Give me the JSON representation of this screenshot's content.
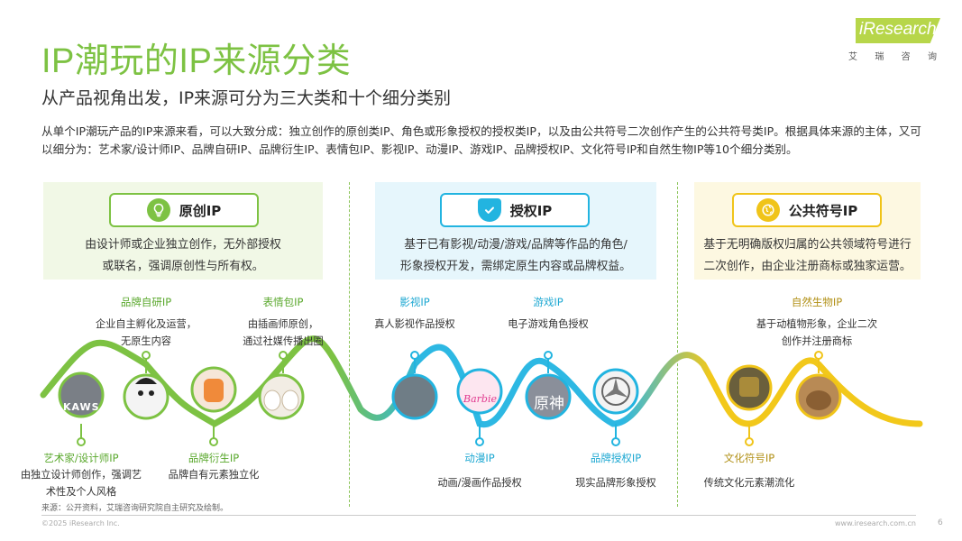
{
  "header": {
    "title": "IP潮玩的IP来源分类",
    "subtitle": "从产品视角出发，IP来源可分为三大类和十个细分类别",
    "intro": "从单个IP潮玩产品的IP来源来看，可以大致分成：独立创作的原创类IP、角色或形象授权的授权类IP，以及由公共符号二次创作产生的公共符号类IP。根据具体来源的主体，又可以细分为：艺术家/设计师IP、品牌自研IP、品牌衍生IP、表情包IP、影视IP、动漫IP、游戏IP、品牌授权IP、文化符号IP和自然生物IP等10个细分类别。"
  },
  "logo": {
    "text": "iResearch",
    "sub": [
      "艾",
      "瑞",
      "咨",
      "询"
    ]
  },
  "categories": [
    {
      "label": "原创IP",
      "icon": "lightbulb-icon",
      "color": "#7dc243",
      "desc_lines": [
        "由设计师或企业独立创作，无外部授权",
        "或联名，强调原创性与所有权。"
      ]
    },
    {
      "label": "授权IP",
      "icon": "shield-check-icon",
      "color": "#22b4e0",
      "desc_lines": [
        "基于已有影视/动漫/游戏/品牌等作品的角色/",
        "形象授权开发，需绑定原生内容或品牌权益。"
      ]
    },
    {
      "label": "公共符号IP",
      "icon": "globe-icon",
      "color": "#f0c419",
      "desc_lines": [
        "基于无明确版权归属的公共领域符号进行",
        "二次创作，由企业注册商标或独家运营。"
      ]
    }
  ],
  "nodes_top": [
    {
      "title": "品牌自研IP",
      "desc_lines": [
        "企业自主孵化及运营，",
        "无原生内容"
      ],
      "tone": "green"
    },
    {
      "title": "表情包IP",
      "desc_lines": [
        "由插画师原创，",
        "通过社媒传播出圈"
      ],
      "tone": "green"
    },
    {
      "title": "影视IP",
      "desc_lines": [
        "真人影视作品授权"
      ],
      "tone": "blue"
    },
    {
      "title": "游戏IP",
      "desc_lines": [
        "电子游戏角色授权"
      ],
      "tone": "blue"
    },
    {
      "title": "自然生物IP",
      "desc_lines": [
        "基于动植物形象，企业二次",
        "创作并注册商标"
      ],
      "tone": "ochre"
    }
  ],
  "nodes_bottom": [
    {
      "title": "艺术家/设计师IP",
      "desc_lines": [
        "由独立设计师创作，强调艺",
        "术性及个人风格"
      ],
      "tone": "green"
    },
    {
      "title": "品牌衍生IP",
      "desc_lines": [
        "品牌自有元素独立化"
      ],
      "tone": "green"
    },
    {
      "title": "动漫IP",
      "desc_lines": [
        "动画/漫画作品授权"
      ],
      "tone": "blue"
    },
    {
      "title": "品牌授权IP",
      "desc_lines": [
        "现实品牌形象授权"
      ],
      "tone": "blue"
    },
    {
      "title": "文化符号IP",
      "desc_lines": [
        "传统文化元素潮流化"
      ],
      "tone": "ochre"
    }
  ],
  "thumb_labels": {
    "kaws": "KAWS",
    "barbie": "Barbie",
    "yuanshen": "原神"
  },
  "footer": {
    "source": "来源：公开资料，艾瑞咨询研究院自主研究及绘制。",
    "copyright": "©2025 iResearch Inc.",
    "website": "www.iresearch.com.cn",
    "page": "6"
  },
  "colors": {
    "green": "#7dc243",
    "blue": "#22b4e0",
    "yellow": "#f0c419"
  }
}
